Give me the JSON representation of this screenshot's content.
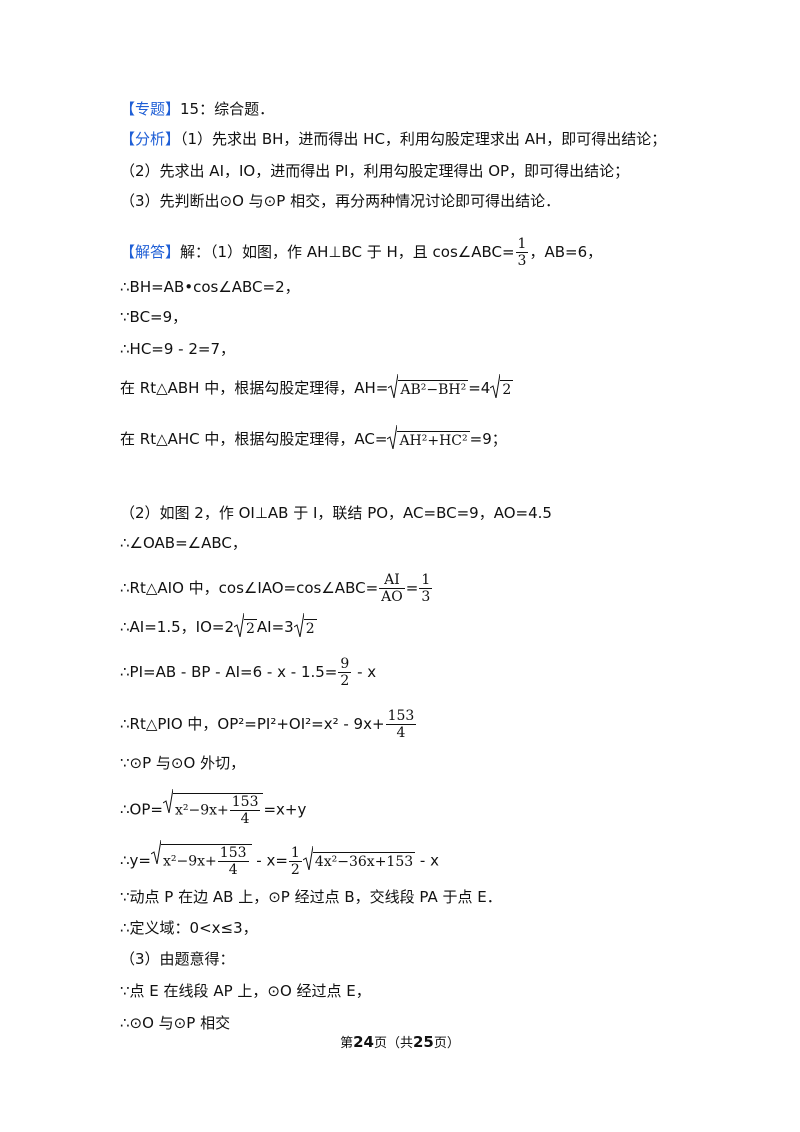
{
  "header": {
    "topic_tag": "【专题】",
    "topic_text": "15：综合题．",
    "analysis_tag": "【分析】",
    "analysis_1": "（1）先求出 BH，进而得出 HC，利用勾股定理求出 AH，即可得出结论；",
    "analysis_2": "（2）先求出 AI，IO，进而得出 PI，利用勾股定理得出 OP，即可得出结论；",
    "analysis_3": "（3）先判断出⊙O 与⊙P 相交，再分两种情况讨论即可得出结论．"
  },
  "solution": {
    "tag": "【解答】",
    "intro": "解：（1）如图，作 AH⊥BC 于 H，且 cos∠ABC=",
    "frac_1_3_num": "1",
    "frac_1_3_den": "3",
    "intro_tail": "，AB=6，",
    "l1": "∴BH=AB•cos∠ABC=2，",
    "l2": "∵BC=9，",
    "l3": "∴HC=9 - 2=7，",
    "l4_pre": "在 Rt△ABH 中，根据勾股定理得，AH=",
    "l4_rad": "AB²−BH²",
    "l4_post": "=4",
    "l4_rad2": "2",
    "l5_pre": "在 Rt△AHC 中，根据勾股定理得，AC=",
    "l5_rad": "AH²+HC²",
    "l5_post": "=9；",
    "p2_1": "（2）如图 2，作 OI⊥AB 于 I，联结 PO，AC=BC=9，AO=4.5",
    "p2_2": "∴∠OAB=∠ABC，",
    "p2_3_pre": "∴Rt△AIO 中，cos∠IAO=cos∠ABC=",
    "p2_3_fnum": "AI",
    "p2_3_fden": "AO",
    "p2_3_eq": "=",
    "p2_3_gnum": "1",
    "p2_3_gden": "3",
    "p2_4_pre": "∴AI=1.5，IO=2",
    "p2_4_r1": "2",
    "p2_4_mid": "AI=3",
    "p2_4_r2": "2",
    "p2_5_pre": "∴PI=AB - BP - AI=6 - x - 1.5=",
    "p2_5_num": "9",
    "p2_5_den": "2",
    "p2_5_post": " - x",
    "p2_6_pre": "∴Rt△PIO 中，OP²=PI²+OI²=x² - 9x+",
    "p2_6_num": "153",
    "p2_6_den": "4",
    "p2_7": "∵⊙P 与⊙O 外切，",
    "p2_8_pre": "∴OP=",
    "p2_8_rad_a": "x²−9x+",
    "p2_8_num": "153",
    "p2_8_den": "4",
    "p2_8_post": "=x+y",
    "p2_9_pre": "∴y=",
    "p2_9_rad_a": "x²−9x+",
    "p2_9_num": "153",
    "p2_9_den": "4",
    "p2_9_mid": " - x=",
    "p2_9_hnum": "1",
    "p2_9_hden": "2",
    "p2_9_rad2": "4x²−36x+153",
    "p2_9_post": " - x",
    "p2_10": "∵动点 P 在边 AB 上，⊙P 经过点 B，交线段 PA 于点 E．",
    "p2_11": "∴定义域：0<x≤3，",
    "p3_1": "（3）由题意得：",
    "p3_2": "∵点 E 在线段 AP 上，⊙O 经过点 E，",
    "p3_3": "∴⊙O 与⊙P 相交"
  },
  "footer": {
    "pre": "第",
    "page": "24",
    "mid": "页（共",
    "total": "25",
    "post": "页）"
  }
}
